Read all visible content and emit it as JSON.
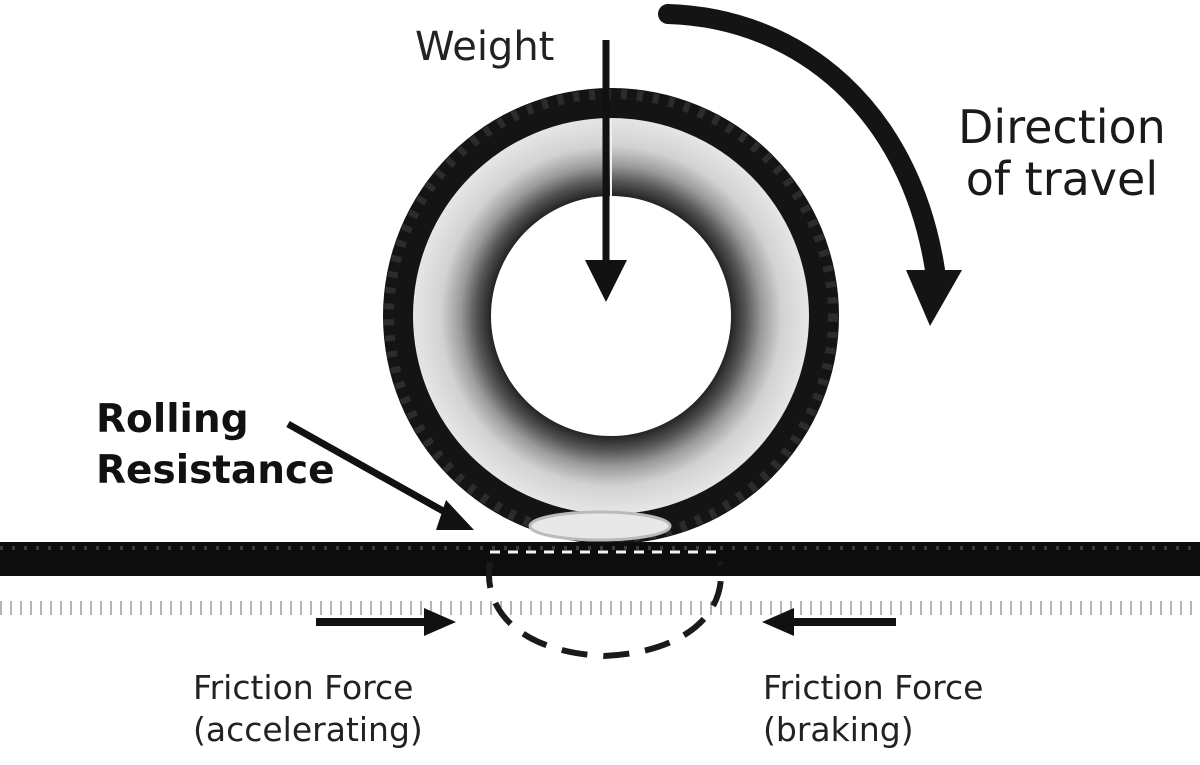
{
  "labels": {
    "weight": "Weight",
    "direction_line1": "Direction",
    "direction_line2": "of travel",
    "rolling_line1": "Rolling",
    "rolling_line2": "Resistance",
    "friction_accel_line1": "Friction Force",
    "friction_accel_line2": "(accelerating)",
    "friction_brake_line1": "Friction Force",
    "friction_brake_line2": "(braking)"
  },
  "colors": {
    "tire": "#141414",
    "sidewall": "#cfcfcf",
    "rim_shadow": "#3a3a3a",
    "road": "#0d0d0d",
    "arrow": "#1a1a1a"
  }
}
